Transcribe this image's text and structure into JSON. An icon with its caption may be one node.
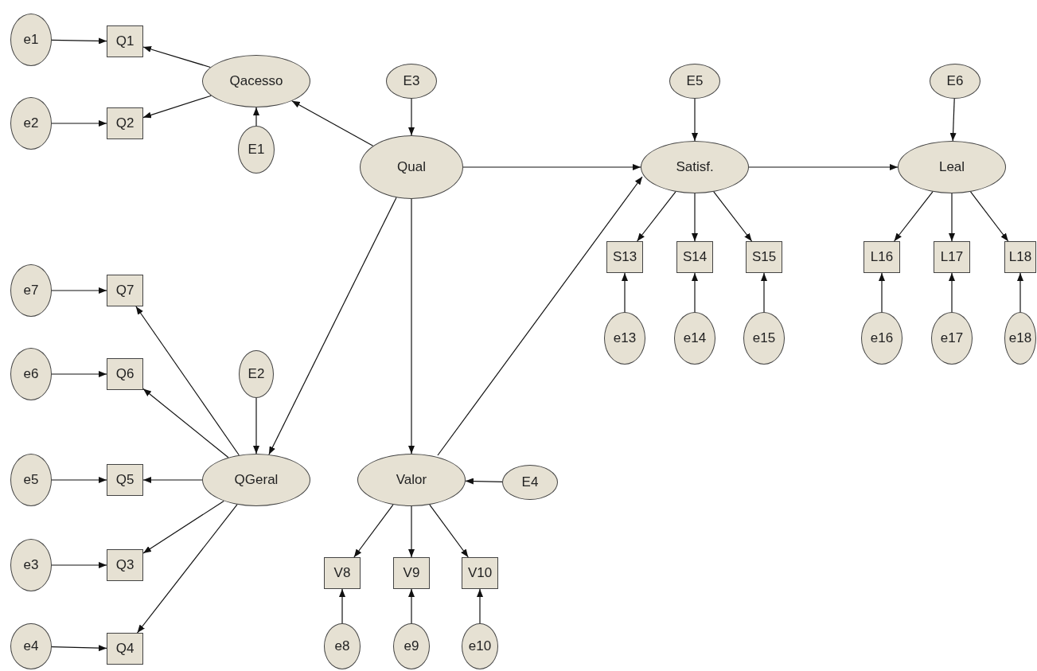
{
  "diagram": {
    "nodes": [
      {
        "text": [
          "e1"
        ]
      },
      {
        "text": [
          "Q1"
        ]
      },
      {
        "text": [
          "Qacesso"
        ]
      },
      {
        "text": [
          "e2"
        ]
      },
      {
        "text": [
          "Q2"
        ]
      },
      {
        "text": [
          "E1"
        ]
      },
      {
        "text": [
          "E3"
        ]
      },
      {
        "text": [
          "Qual"
        ]
      },
      {
        "text": [
          "E5"
        ]
      },
      {
        "text": [
          "Satisf."
        ]
      },
      {
        "text": [
          "E6"
        ]
      },
      {
        "text": [
          "Leal"
        ]
      },
      {
        "text": [
          "S13"
        ]
      },
      {
        "text": [
          "S14"
        ]
      },
      {
        "text": [
          "S15"
        ]
      },
      {
        "text": [
          "L16"
        ]
      },
      {
        "text": [
          "L17"
        ]
      },
      {
        "text": [
          "L18"
        ]
      },
      {
        "text": [
          "e13"
        ]
      },
      {
        "text": [
          "e14"
        ]
      },
      {
        "text": [
          "e15"
        ]
      },
      {
        "text": [
          "e16"
        ]
      },
      {
        "text": [
          "e17"
        ]
      },
      {
        "text": [
          "e18"
        ]
      },
      {
        "text": [
          "e7"
        ]
      },
      {
        "text": [
          "Q7"
        ]
      },
      {
        "text": [
          "e6"
        ]
      },
      {
        "text": [
          "Q6"
        ]
      },
      {
        "text": [
          "E2"
        ]
      },
      {
        "text": [
          "e5"
        ]
      },
      {
        "text": [
          "Q5"
        ]
      },
      {
        "text": [
          "QGeral"
        ]
      },
      {
        "text": [
          "Valor"
        ]
      },
      {
        "text": [
          "E4"
        ]
      },
      {
        "text": [
          "e3"
        ]
      },
      {
        "text": [
          "Q3"
        ]
      },
      {
        "text": [
          "e4"
        ]
      },
      {
        "text": [
          "Q4"
        ]
      },
      {
        "text": [
          "V8"
        ]
      },
      {
        "text": [
          "V9"
        ]
      },
      {
        "text": [
          "V10"
        ]
      },
      {
        "text": [
          "e8"
        ]
      },
      {
        "text": [
          "e9"
        ]
      },
      {
        "text": [
          "e10"
        ]
      }
    ],
    "edges": [
      {
        "from": 0,
        "to": 1,
        "arrow": "to"
      },
      {
        "from": 2,
        "to": 1,
        "arrow": "to"
      },
      {
        "from": 3,
        "to": 4,
        "arrow": "to"
      },
      {
        "from": 2,
        "to": 4,
        "arrow": "to"
      },
      {
        "from": 5,
        "to": 2,
        "arrow": "to"
      },
      {
        "from": 6,
        "to": 7,
        "arrow": "to"
      },
      {
        "from": 7,
        "to": 2,
        "arrow": "to"
      },
      {
        "from": 7,
        "to": 9,
        "arrow": "to"
      },
      {
        "from": 8,
        "to": 9,
        "arrow": "to"
      },
      {
        "from": 9,
        "to": 11,
        "arrow": "to"
      },
      {
        "from": 10,
        "to": 11,
        "arrow": "to"
      },
      {
        "from": 9,
        "to": 12,
        "arrow": "to"
      },
      {
        "from": 9,
        "to": 13,
        "arrow": "to"
      },
      {
        "from": 9,
        "to": 14,
        "arrow": "to"
      },
      {
        "from": 11,
        "to": 15,
        "arrow": "to"
      },
      {
        "from": 11,
        "to": 16,
        "arrow": "to"
      },
      {
        "from": 11,
        "to": 17,
        "arrow": "to"
      },
      {
        "from": 18,
        "to": 12,
        "arrow": "to"
      },
      {
        "from": 19,
        "to": 13,
        "arrow": "to"
      },
      {
        "from": 20,
        "to": 14,
        "arrow": "to"
      },
      {
        "from": 21,
        "to": 15,
        "arrow": "to"
      },
      {
        "from": 22,
        "to": 16,
        "arrow": "to"
      },
      {
        "from": 23,
        "to": 17,
        "arrow": "to"
      },
      {
        "from": 7,
        "to": 31,
        "arrow": "to"
      },
      {
        "from": 7,
        "to": 32,
        "arrow": "to"
      },
      {
        "from": 32,
        "to": 9,
        "arrow": "to"
      },
      {
        "from": 24,
        "to": 25,
        "arrow": "to"
      },
      {
        "from": 31,
        "to": 25,
        "arrow": "to"
      },
      {
        "from": 26,
        "to": 27,
        "arrow": "to"
      },
      {
        "from": 31,
        "to": 27,
        "arrow": "to"
      },
      {
        "from": 28,
        "to": 31,
        "arrow": "to"
      },
      {
        "from": 29,
        "to": 30,
        "arrow": "to"
      },
      {
        "from": 31,
        "to": 30,
        "arrow": "to"
      },
      {
        "from": 34,
        "to": 35,
        "arrow": "to"
      },
      {
        "from": 31,
        "to": 35,
        "arrow": "to"
      },
      {
        "from": 36,
        "to": 37,
        "arrow": "to"
      },
      {
        "from": 31,
        "to": 37,
        "arrow": "to"
      },
      {
        "from": 33,
        "to": 32,
        "arrow": "to"
      },
      {
        "from": 32,
        "to": 38,
        "arrow": "to"
      },
      {
        "from": 32,
        "to": 39,
        "arrow": "to"
      },
      {
        "from": 32,
        "to": 40,
        "arrow": "to"
      },
      {
        "from": 41,
        "to": 38,
        "arrow": "to"
      },
      {
        "from": 42,
        "to": 39,
        "arrow": "to"
      },
      {
        "from": 43,
        "to": 40,
        "arrow": "to"
      }
    ]
  }
}
